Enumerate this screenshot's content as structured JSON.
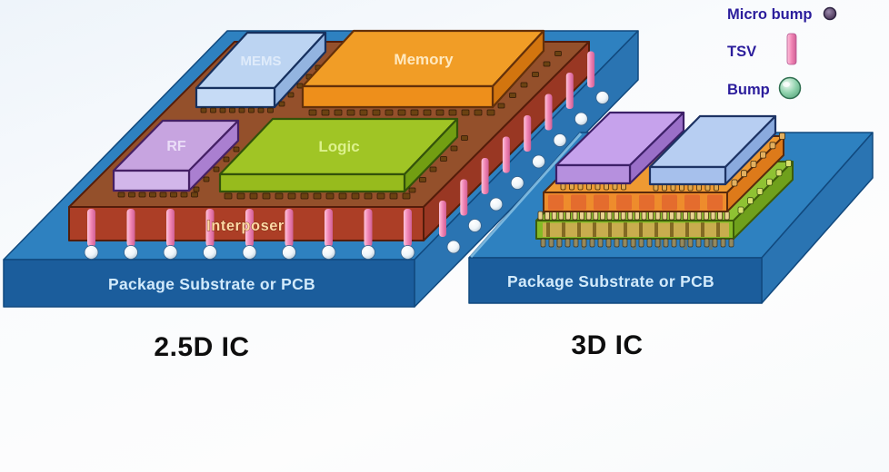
{
  "legend": {
    "micro_bump": "Micro bump",
    "tsv": "TSV",
    "bump": "Bump"
  },
  "left": {
    "caption": "2.5D IC",
    "substrate_label": "Package Substrate or PCB",
    "interposer_label": "Interposer",
    "chip_mems": "MEMS",
    "chip_memory": "Memory",
    "chip_rf": "RF",
    "chip_logic": "Logic"
  },
  "right": {
    "caption": "3D IC",
    "substrate_label": "Package Substrate or PCB"
  },
  "colors": {
    "substrate_top": "#2e81c0",
    "substrate_front": "#1b5d9c",
    "substrate_side": "#2a74b2",
    "interposer_top": "#94502b",
    "interposer_front": "#ac3e26",
    "interposer_side": "#993723",
    "mems_top": "#bcd4f2",
    "mems_front": "#c6dbf6",
    "mems_side": "#93b4e0",
    "memory_top": "#f19d26",
    "memory_front": "#ee8f1b",
    "memory_side": "#d2750f",
    "rf_top": "#c7a4e0",
    "rf_front": "#d2b6ea",
    "rf_side": "#aa7fd0",
    "logic_top": "#a0c525",
    "logic_front": "#97bb1d",
    "logic_side": "#729e12",
    "purple_top": "#c6a2ec",
    "purple_front": "#b690de",
    "purple_side": "#9a6fc8",
    "blue_top": "#b7cef2",
    "blue_front": "#a6c0ec",
    "blue_side": "#8aaade",
    "orange_top": "#ef9a32",
    "orange_front": "#ee8c2c",
    "orange_side": "#dd7a1a",
    "green_top": "#8fc233",
    "green_front": "#85ba25",
    "green_side": "#6fa01c",
    "green_inner": "#c9ad4e",
    "tsv_pink": "#ee7fb0",
    "legend_text": "#2b1d9c",
    "caption_text": "#0e0e0e"
  }
}
